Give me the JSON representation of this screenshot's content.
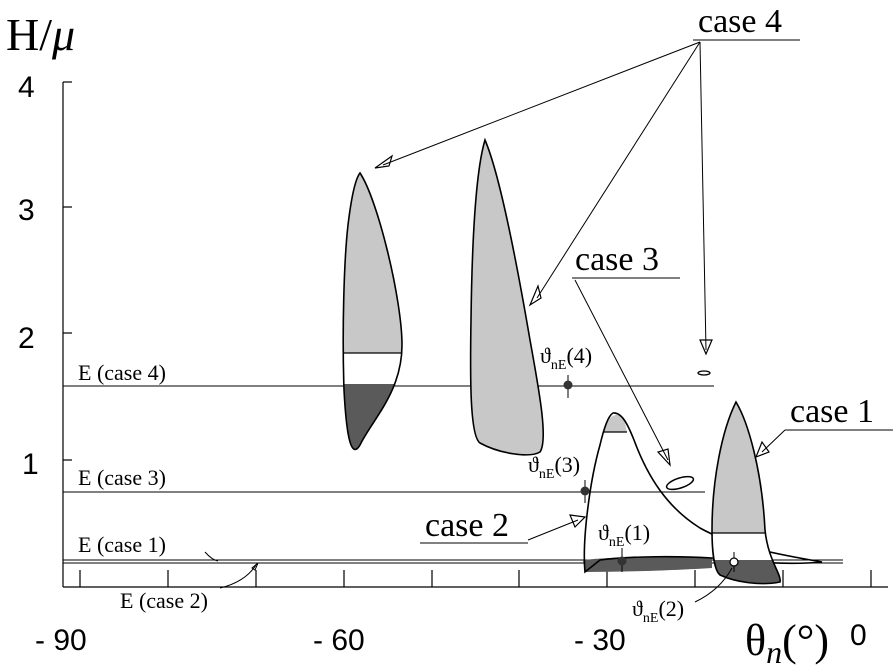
{
  "axes": {
    "y_title": "H/μ",
    "y_title_main": "H/",
    "y_title_mu": "μ",
    "x_title_theta": "θ",
    "x_title_sub": "n",
    "x_title_unit": "(°)",
    "y_ticks": [
      "4",
      "3",
      "2",
      "1"
    ],
    "x_ticks": [
      "- 90",
      "- 60",
      "- 30",
      "0"
    ]
  },
  "levels": {
    "case4": "E (case 4)",
    "case3": "E (case 3)",
    "case1": "E (case 1)",
    "case2": "E (case 2)"
  },
  "cases": {
    "case4": "case 4",
    "case3": "case 3",
    "case2": "case 2",
    "case1": "case 1"
  },
  "markers": {
    "symbol": "ϑ",
    "sub": "nE",
    "m4": "(4)",
    "m3": "(3)",
    "m1": "(1)",
    "m2": "(2)"
  },
  "colors": {
    "light_fill": "#c8c8c8",
    "dark_fill": "#5a5a5a",
    "line": "#000000",
    "background": "#ffffff"
  }
}
